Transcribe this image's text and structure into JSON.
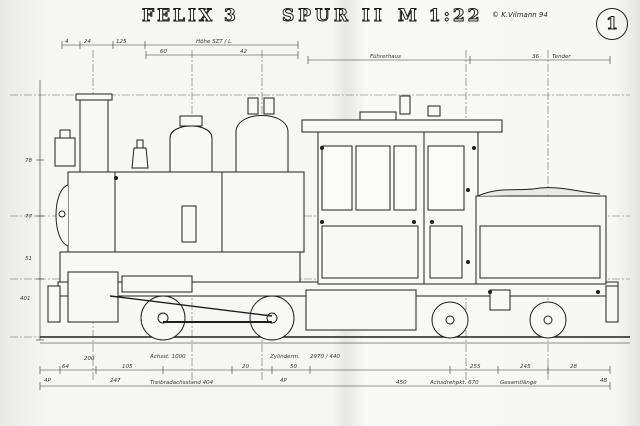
{
  "header": {
    "title": "FELIX 3",
    "gauge": "SPUR II",
    "scale": "M 1:22",
    "copyright": "© K.Vilmann 94",
    "sheet_number": "1"
  },
  "dimensions": {
    "top": [
      "4",
      "24",
      "125",
      "60",
      "42",
      "Höhe SZT / L.",
      "Führerhaus",
      "36",
      "Tender"
    ],
    "left": [
      "78",
      "77",
      "51",
      "401"
    ],
    "bottom_rail": [
      "200",
      "64",
      "105",
      "20",
      "50",
      "Achsst. 1000",
      "Zylinderm.",
      "2970 / 440",
      "255",
      "245",
      "28"
    ],
    "bottom_total": [
      "4P",
      "247",
      "Treibradachsstand 404",
      "4P",
      "450",
      "4B",
      "Achsdrehpkt. 670",
      "Gesamtlänge"
    ]
  },
  "colors": {
    "ink": "#1f1f1f",
    "paper": "#f6f6f4",
    "guide": "#555555"
  }
}
